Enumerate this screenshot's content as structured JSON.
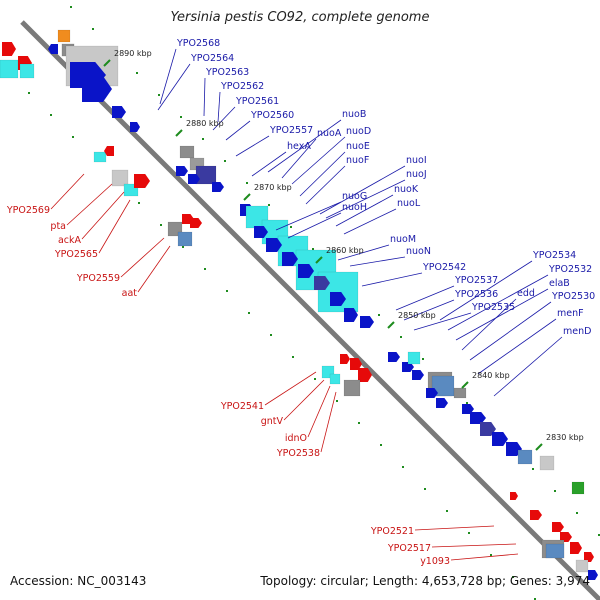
{
  "title": "Yersinia pestis CO92, complete genome",
  "footer": {
    "accession": "Accession: NC_003143",
    "summary": "Topology: circular; Length: 4,653,728 bp; Genes: 3,974"
  },
  "colors": {
    "forward_gene": "#0a14c8",
    "reverse_gene": "#e60a0a",
    "rna": "#3ce6e6",
    "pseudo": "#8c8c8c",
    "scale_dot": "#1e8c1e",
    "genome_line": "#7a7a7a",
    "forward_label": "#1a1aa8",
    "reverse_label": "#c81414"
  },
  "ticks": [
    "2890 kbp",
    "2880 kbp",
    "2870 kbp",
    "2860 kbp",
    "2850 kbp",
    "2840 kbp",
    "2830 kbp"
  ],
  "forward_labels": [
    "YPO2568",
    "YPO2564",
    "YPO2563",
    "YPO2562",
    "YPO2561",
    "YPO2560",
    "YPO2557",
    "nuoB",
    "nuoA",
    "nuoD",
    "hexA",
    "nuoE",
    "nuoF",
    "nuoI",
    "nuoJ",
    "nuoK",
    "nuoG",
    "nuoL",
    "nuoH",
    "nuoM",
    "nuoN",
    "YPO2542",
    "YPO2534",
    "YPO2532",
    "YPO2537",
    "elaB",
    "YPO2536",
    "edd",
    "YPO2530",
    "YPO2535",
    "menF",
    "menD"
  ],
  "reverse_labels": [
    "YPO2569",
    "pta",
    "ackA",
    "YPO2565",
    "YPO2559",
    "aat",
    "YPO2541",
    "gntV",
    "idnO",
    "YPO2538",
    "YPO2521",
    "YPO2517",
    "y1093"
  ]
}
